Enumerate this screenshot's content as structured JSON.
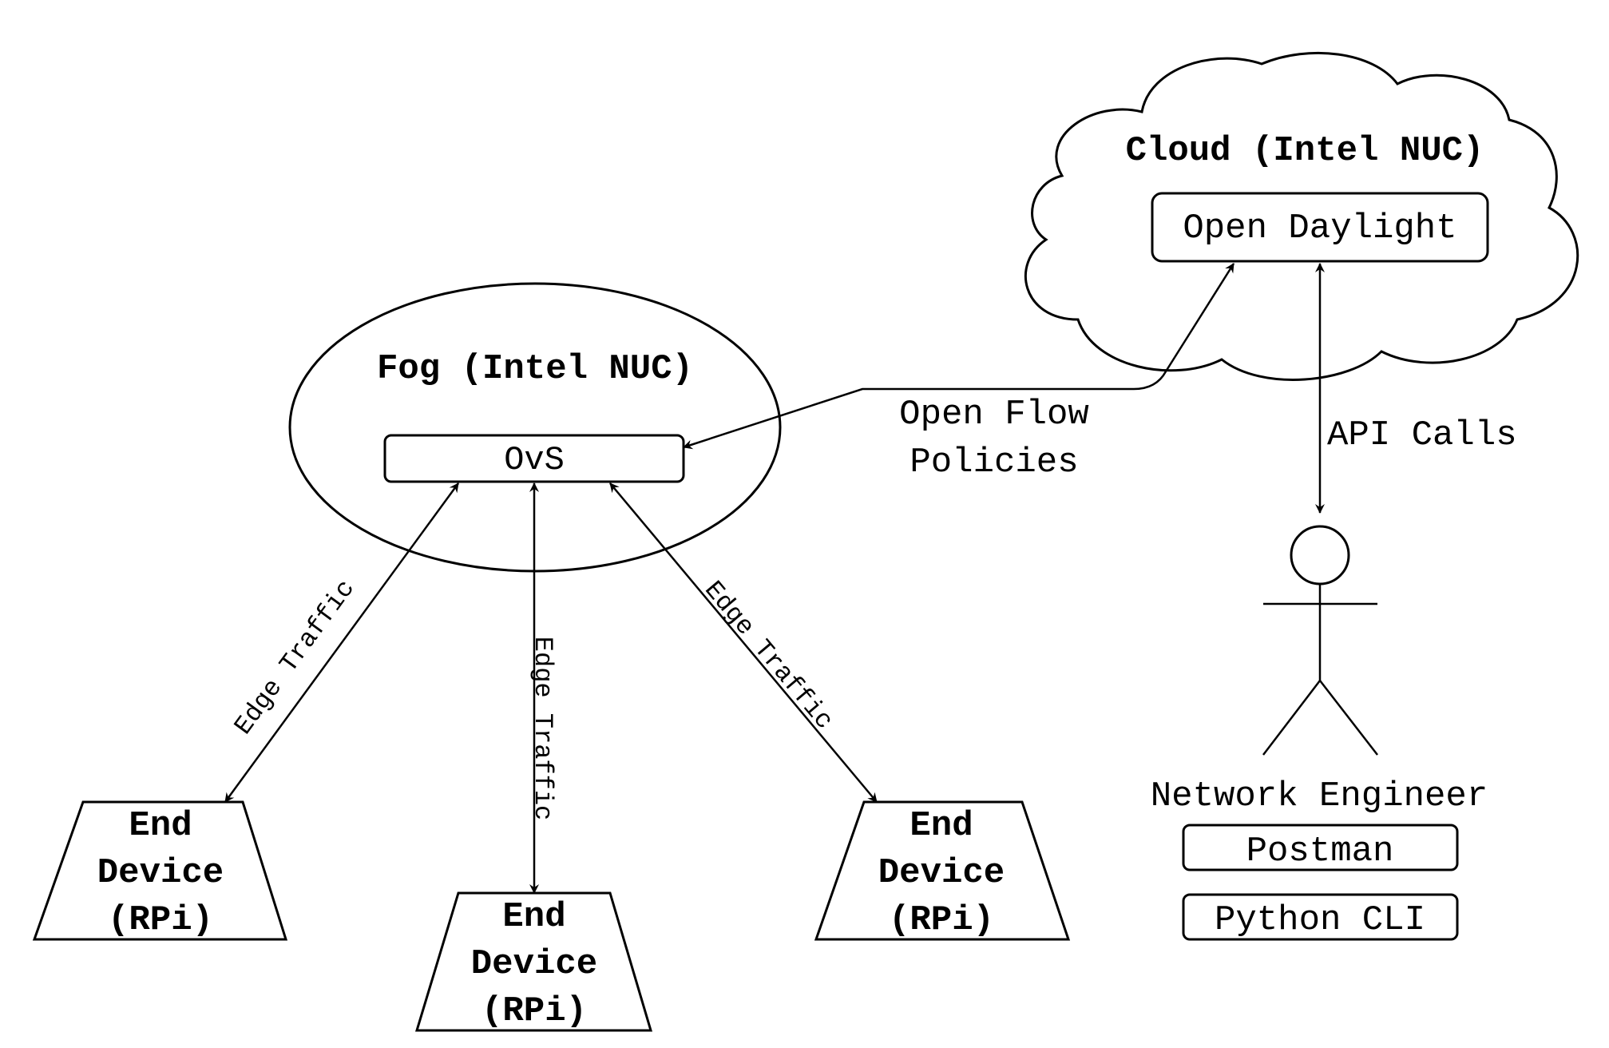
{
  "cloud": {
    "title": "Cloud (Intel NUC)",
    "controller": "Open Daylight"
  },
  "fog": {
    "title": "Fog (Intel NUC)",
    "switch": "OvS"
  },
  "links": {
    "openflow_line1": "Open Flow",
    "openflow_line2": "Policies",
    "api_calls": "API Calls",
    "edge_left": "Edge Traffic",
    "edge_middle": "Edge Traffic",
    "edge_right": "Edge Traffic"
  },
  "devices": [
    {
      "line1": "End",
      "line2": "Device",
      "line3": "(RPi)"
    },
    {
      "line1": "End",
      "line2": "Device",
      "line3": "(RPi)"
    },
    {
      "line1": "End",
      "line2": "Device",
      "line3": "(RPi)"
    }
  ],
  "engineer": {
    "label": "Network Engineer",
    "tools": [
      "Postman",
      "Python CLI"
    ],
    "icon": "actor-icon"
  }
}
